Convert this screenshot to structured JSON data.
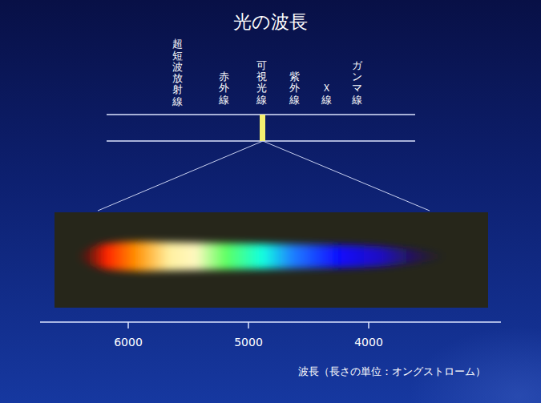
{
  "diagram": {
    "title": "光の波長",
    "labels": [
      "超短波放射線",
      "赤外線",
      "可視光線",
      "紫外線",
      "Ｘ線",
      "ガンマ線",
      "6000",
      "5000",
      "4000",
      "波長（長さの単位：オングストローム）"
    ]
  }
}
